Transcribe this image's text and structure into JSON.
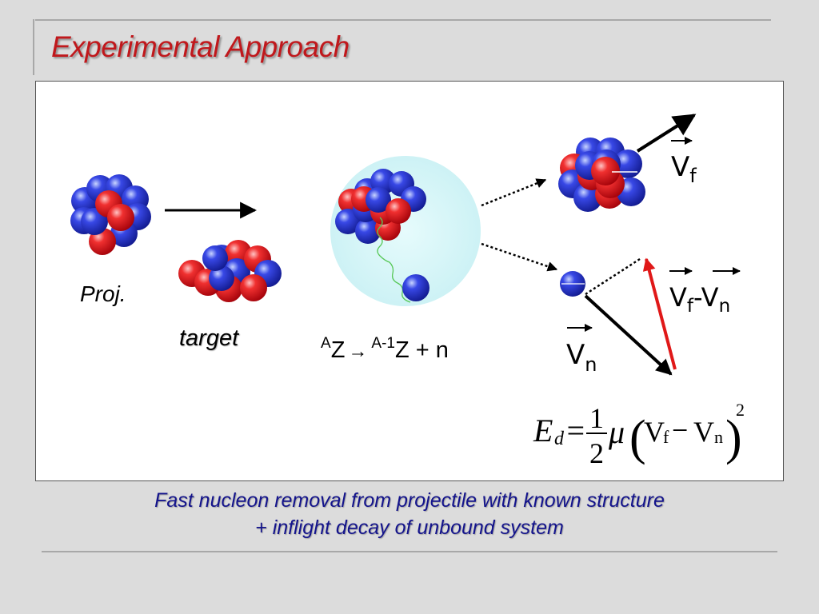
{
  "slide": {
    "title": "Experimental Approach",
    "caption_line1": "Fast nucleon removal  from projectile with known structure",
    "caption_line2": "+ inflight decay of unbound system"
  },
  "diagram": {
    "proj_label": "Proj.",
    "target_label": "target",
    "reaction": {
      "a_super": "A",
      "z1": "Z",
      "arrow": "→",
      "am1_super": "A-1",
      "z2": "Z",
      "plus_n": " + n"
    },
    "vf": {
      "v": "V",
      "sub": "f"
    },
    "vn": {
      "v": "V",
      "sub": "n"
    },
    "vrel": {
      "v1": "V",
      "sub1": "f",
      "dash": "-",
      "v2": "V",
      "sub2": "n"
    },
    "formula": {
      "e": "E",
      "d": "d",
      "eq": "=",
      "num": "1",
      "den": "2",
      "mu": "μ",
      "lparen": "(",
      "v1": "V",
      "f": "f",
      "minus": "−",
      "v2": "V",
      "n": "n",
      "rparen": ")",
      "sq": "2"
    }
  },
  "colors": {
    "title": "#c0181c",
    "caption": "#14148c",
    "proton": "#e8141e",
    "neutron": "#2a3ad8",
    "halo": "#d4f6f8",
    "vector_rel": "#e01818"
  }
}
